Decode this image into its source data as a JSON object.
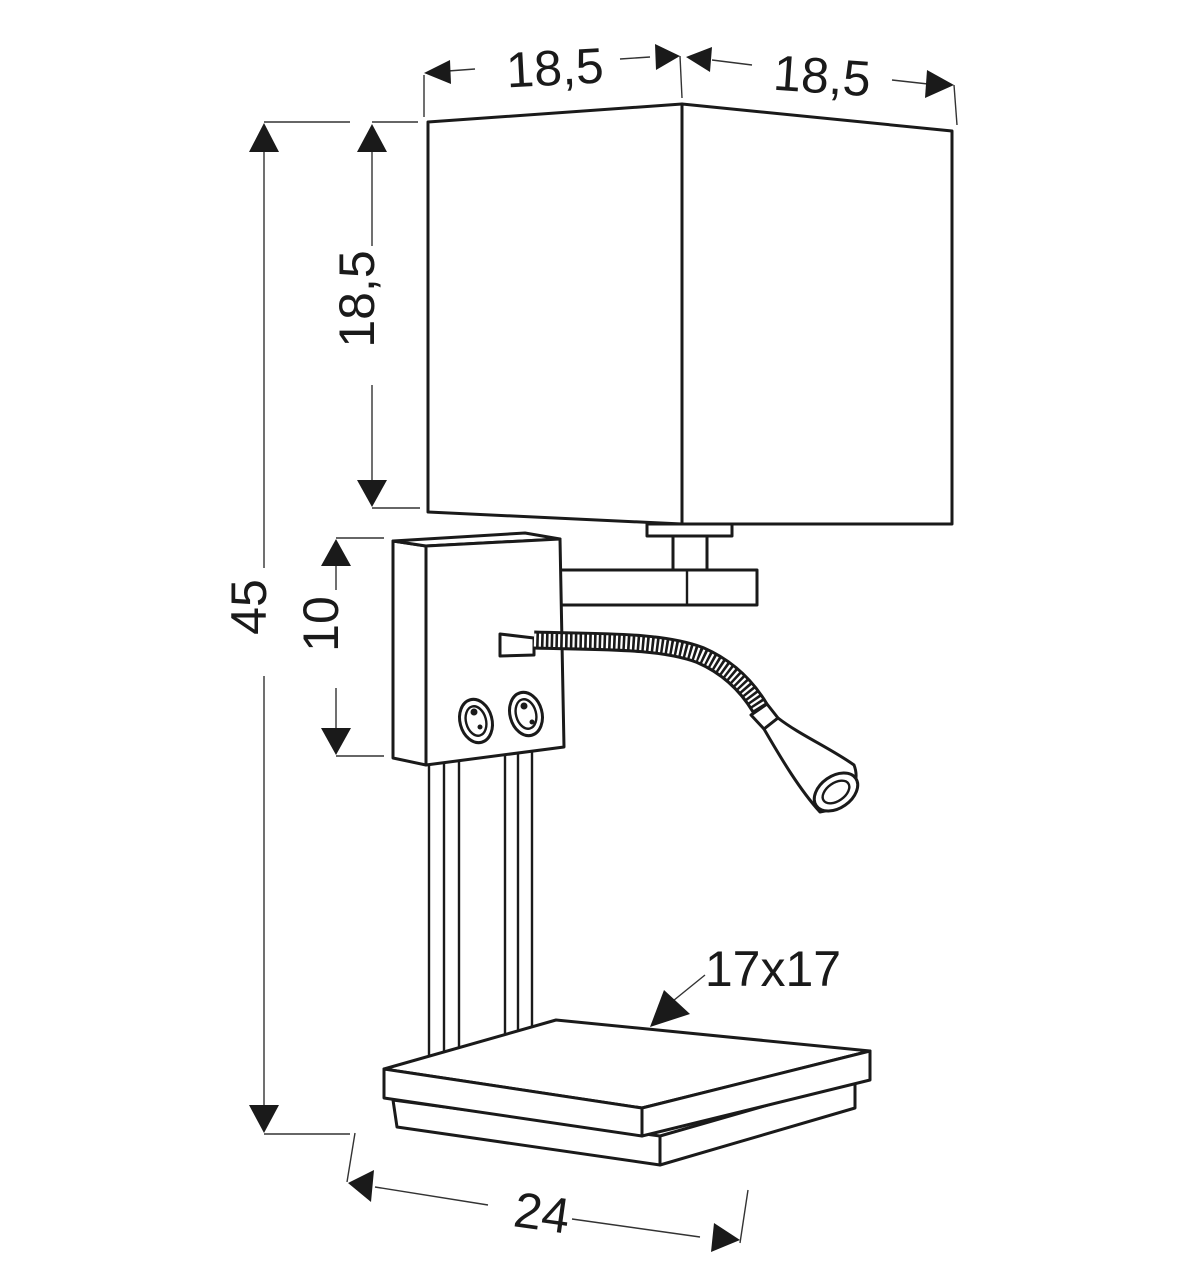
{
  "drawing": {
    "subject": "table lamp with square shade, switch box and flexible LED reading arm",
    "units": "cm",
    "colors": {
      "line": "#1a1a1a",
      "background": "#ffffff"
    }
  },
  "dimensions": {
    "shade_width_left": "18,5",
    "shade_width_right": "18,5",
    "shade_height": "18,5",
    "total_height": "45",
    "switch_box_height": "10",
    "base_size": "17x17",
    "base_width": "24"
  }
}
